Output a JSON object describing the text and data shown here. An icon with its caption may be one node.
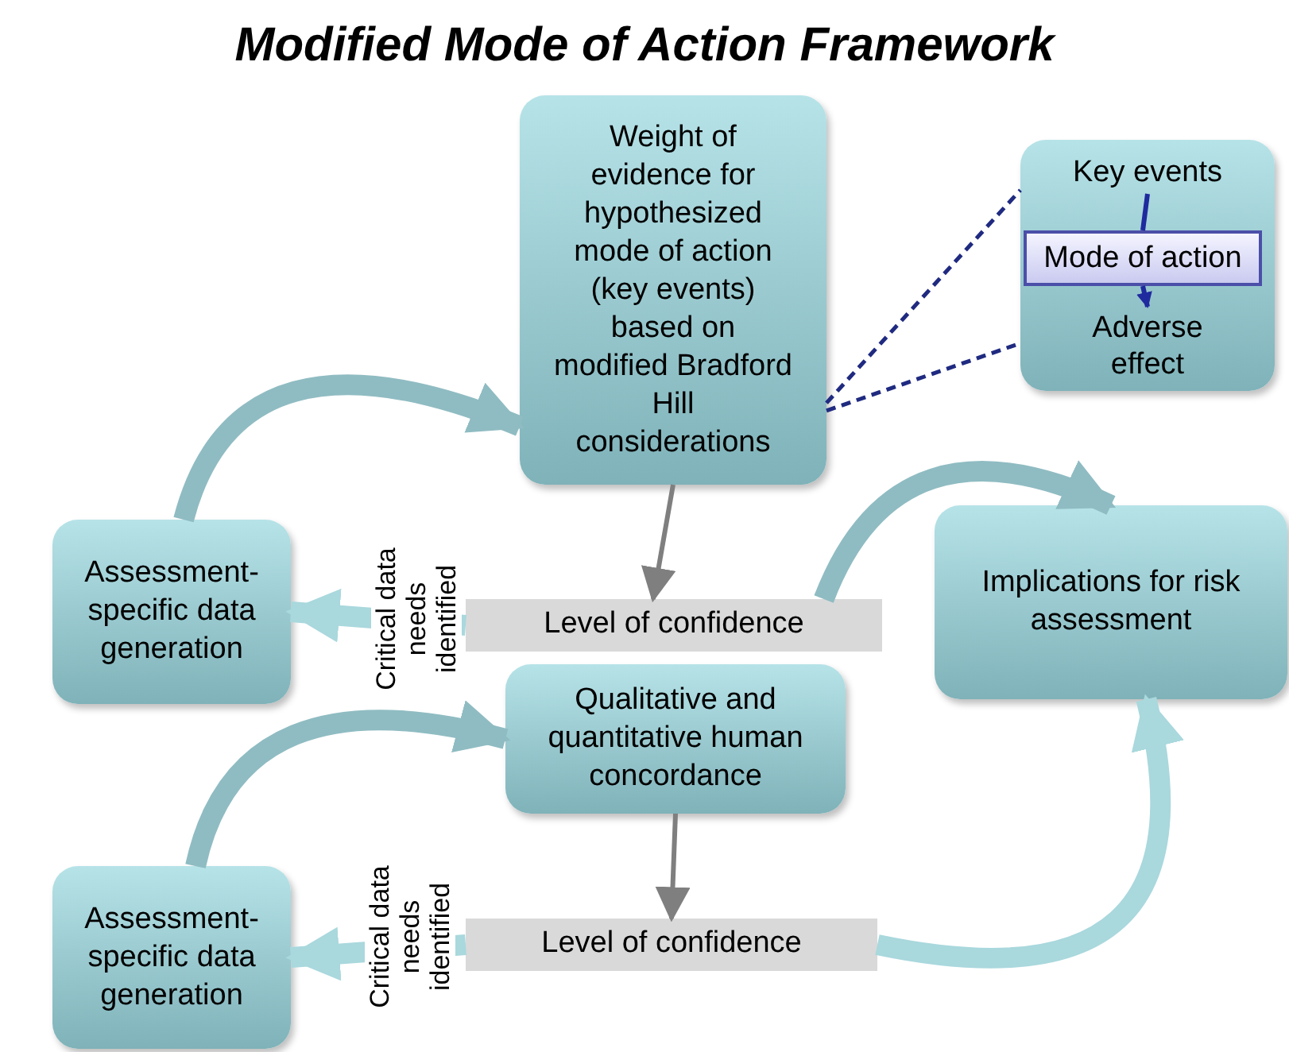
{
  "diagram": {
    "title": "Modified Mode of Action Framework",
    "nodes": [
      {
        "text": [
          "Weight of evidence for hypothesized mode of action (key events) based on modified Bradford Hill considerations"
        ]
      },
      {
        "text": [],
        "shape": "box"
      },
      {
        "text": [
          "Key events"
        ],
        "in": 1
      },
      {
        "text": [
          "Mode of action"
        ],
        "in": 1
      },
      {
        "text": [
          "Adverse effect"
        ],
        "in": 1
      },
      {
        "text": [
          "Assessment-specific data generation"
        ]
      },
      {
        "text": [
          "Level of confidence"
        ]
      },
      {
        "text": [
          "Implications for risk assessment"
        ]
      },
      {
        "text": [
          "Qualitative and quantitative human concordance"
        ]
      },
      {
        "text": [
          "Assessment-specific data generation"
        ]
      },
      {
        "text": [
          "Level of confidence"
        ]
      }
    ],
    "edges": [
      {
        "from": 0,
        "to": 6,
        "arrow": "to",
        "color": "#7f7f7f"
      },
      {
        "from": 6,
        "to": 5,
        "arrow": "to",
        "label": "Critical data needs identified",
        "style": "thick",
        "color": "#a9d8dd"
      },
      {
        "from": 5,
        "to": 0,
        "arrow": "to",
        "style": "thick",
        "color": "#8fbcc2"
      },
      {
        "from": 6,
        "to": 7,
        "arrow": "to",
        "style": "thick",
        "color": "#8fbcc2"
      },
      {
        "from": 9,
        "to": 8,
        "arrow": "to",
        "style": "thick",
        "color": "#8fbcc2"
      },
      {
        "from": 8,
        "to": 10,
        "arrow": "to",
        "color": "#7f7f7f"
      },
      {
        "from": 10,
        "to": 9,
        "arrow": "to",
        "label": "Critical data needs identified",
        "style": "thick",
        "color": "#a9d8dd"
      },
      {
        "from": 10,
        "to": 7,
        "arrow": "to",
        "style": "thick",
        "color": "#a9d8dd"
      },
      {
        "from": 0,
        "to": 1,
        "arrow": "none",
        "style": "dashed",
        "color": "#1f2a80"
      },
      {
        "from": 0,
        "to": 1,
        "arrow": "none",
        "style": "dashed",
        "color": "#1f2a80"
      },
      {
        "from": 2,
        "to": 3,
        "arrow": "none",
        "color": "#1f2a9e"
      },
      {
        "from": 3,
        "to": 4,
        "arrow": "to",
        "color": "#1f2a9e"
      }
    ]
  }
}
